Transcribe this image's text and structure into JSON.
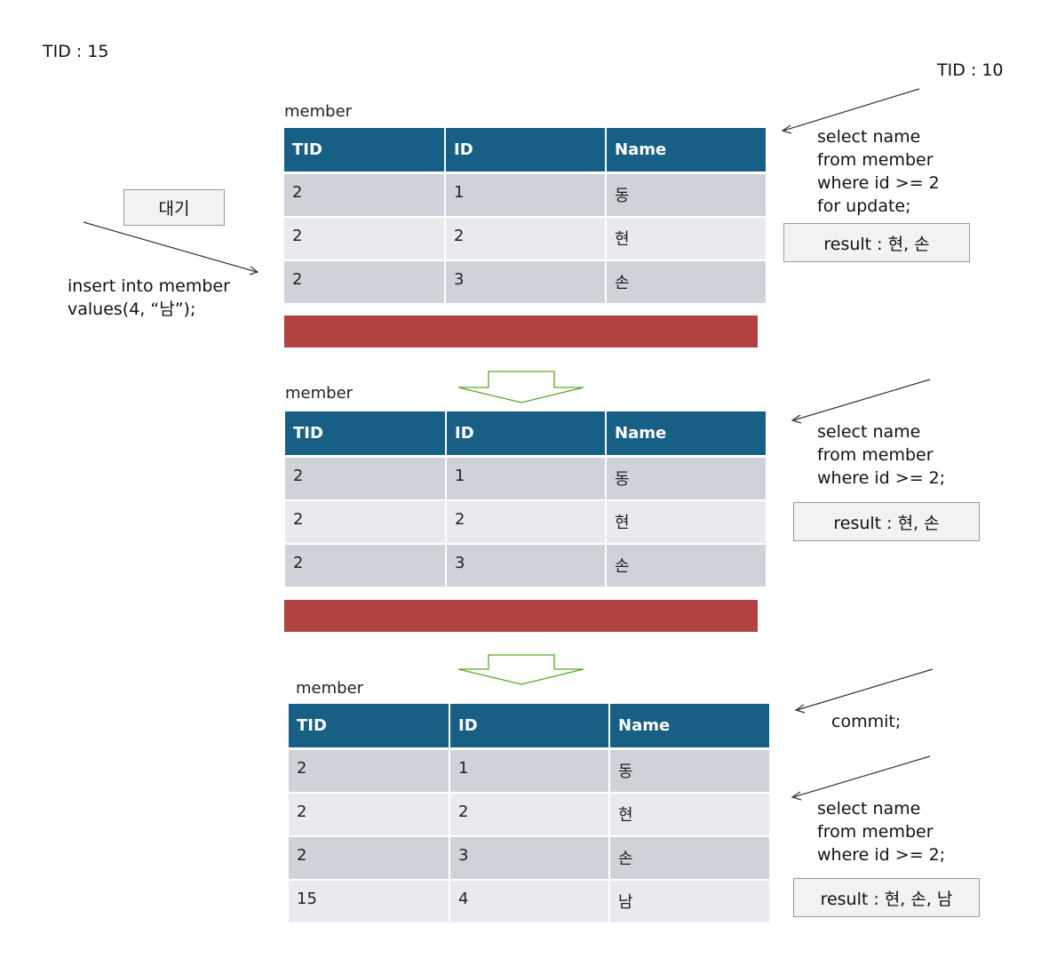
{
  "tid_left": "TID : 15",
  "tid_right": "TID : 10",
  "wait_label": "대기",
  "insert_sql": [
    "insert into member",
    "values(4, “남”);"
  ],
  "tables": [
    {
      "caption": "member",
      "headers": [
        "TID",
        "ID",
        "Name"
      ],
      "rows": [
        [
          "2",
          "1",
          "동"
        ],
        [
          "2",
          "2",
          "현"
        ],
        [
          "2",
          "3",
          "손"
        ]
      ]
    },
    {
      "caption": "member",
      "headers": [
        "TID",
        "ID",
        "Name"
      ],
      "rows": [
        [
          "2",
          "1",
          "동"
        ],
        [
          "2",
          "2",
          "현"
        ],
        [
          "2",
          "3",
          "손"
        ]
      ]
    },
    {
      "caption": "member",
      "headers": [
        "TID",
        "ID",
        "Name"
      ],
      "rows": [
        [
          "2",
          "1",
          "동"
        ],
        [
          "2",
          "2",
          "현"
        ],
        [
          "2",
          "3",
          "손"
        ],
        [
          "15",
          "4",
          "남"
        ]
      ]
    }
  ],
  "query1": [
    "select name",
    "from member",
    "where id >= 2",
    "for update;"
  ],
  "result1": "result :  현, 손",
  "query2": [
    "select name",
    "from member",
    "where id >= 2;"
  ],
  "result2": "result :  현, 손",
  "commit": "commit;",
  "query3": [
    "select name",
    "from member",
    "where id >= 2;"
  ],
  "result3": "result :  현, 손, 남",
  "colors": {
    "header": "#175f85",
    "row_dark": "#cfd3d9",
    "row_light": "#e8eaed",
    "lock_bar": "#b04242",
    "arrow_outline": "#5aa62a"
  }
}
